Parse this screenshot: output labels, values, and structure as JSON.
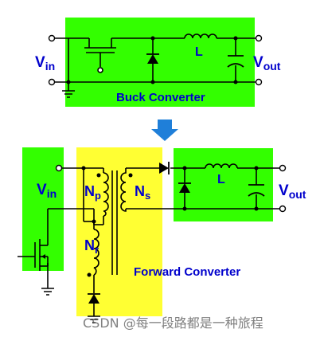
{
  "buck": {
    "vin": "V",
    "vin_sub": "in",
    "vout": "V",
    "vout_sub": "out",
    "inductor": "L",
    "title": "Buck Converter"
  },
  "forward": {
    "vin": "V",
    "vin_sub": "in",
    "vout": "V",
    "vout_sub": "out",
    "inductor": "L",
    "np": "N",
    "np_sub": "p",
    "ns": "N",
    "ns_sub": "s",
    "nr": "N",
    "nr_sub": "r",
    "title": "Forward Converter"
  },
  "watermark": "CSDN @每一段路都是一种旅程",
  "colors": {
    "green_region": "#33ff00",
    "yellow_region": "#ffff33",
    "arrow": "#1f7fd9",
    "text_label": "#0000cc",
    "wire": "#000000"
  }
}
